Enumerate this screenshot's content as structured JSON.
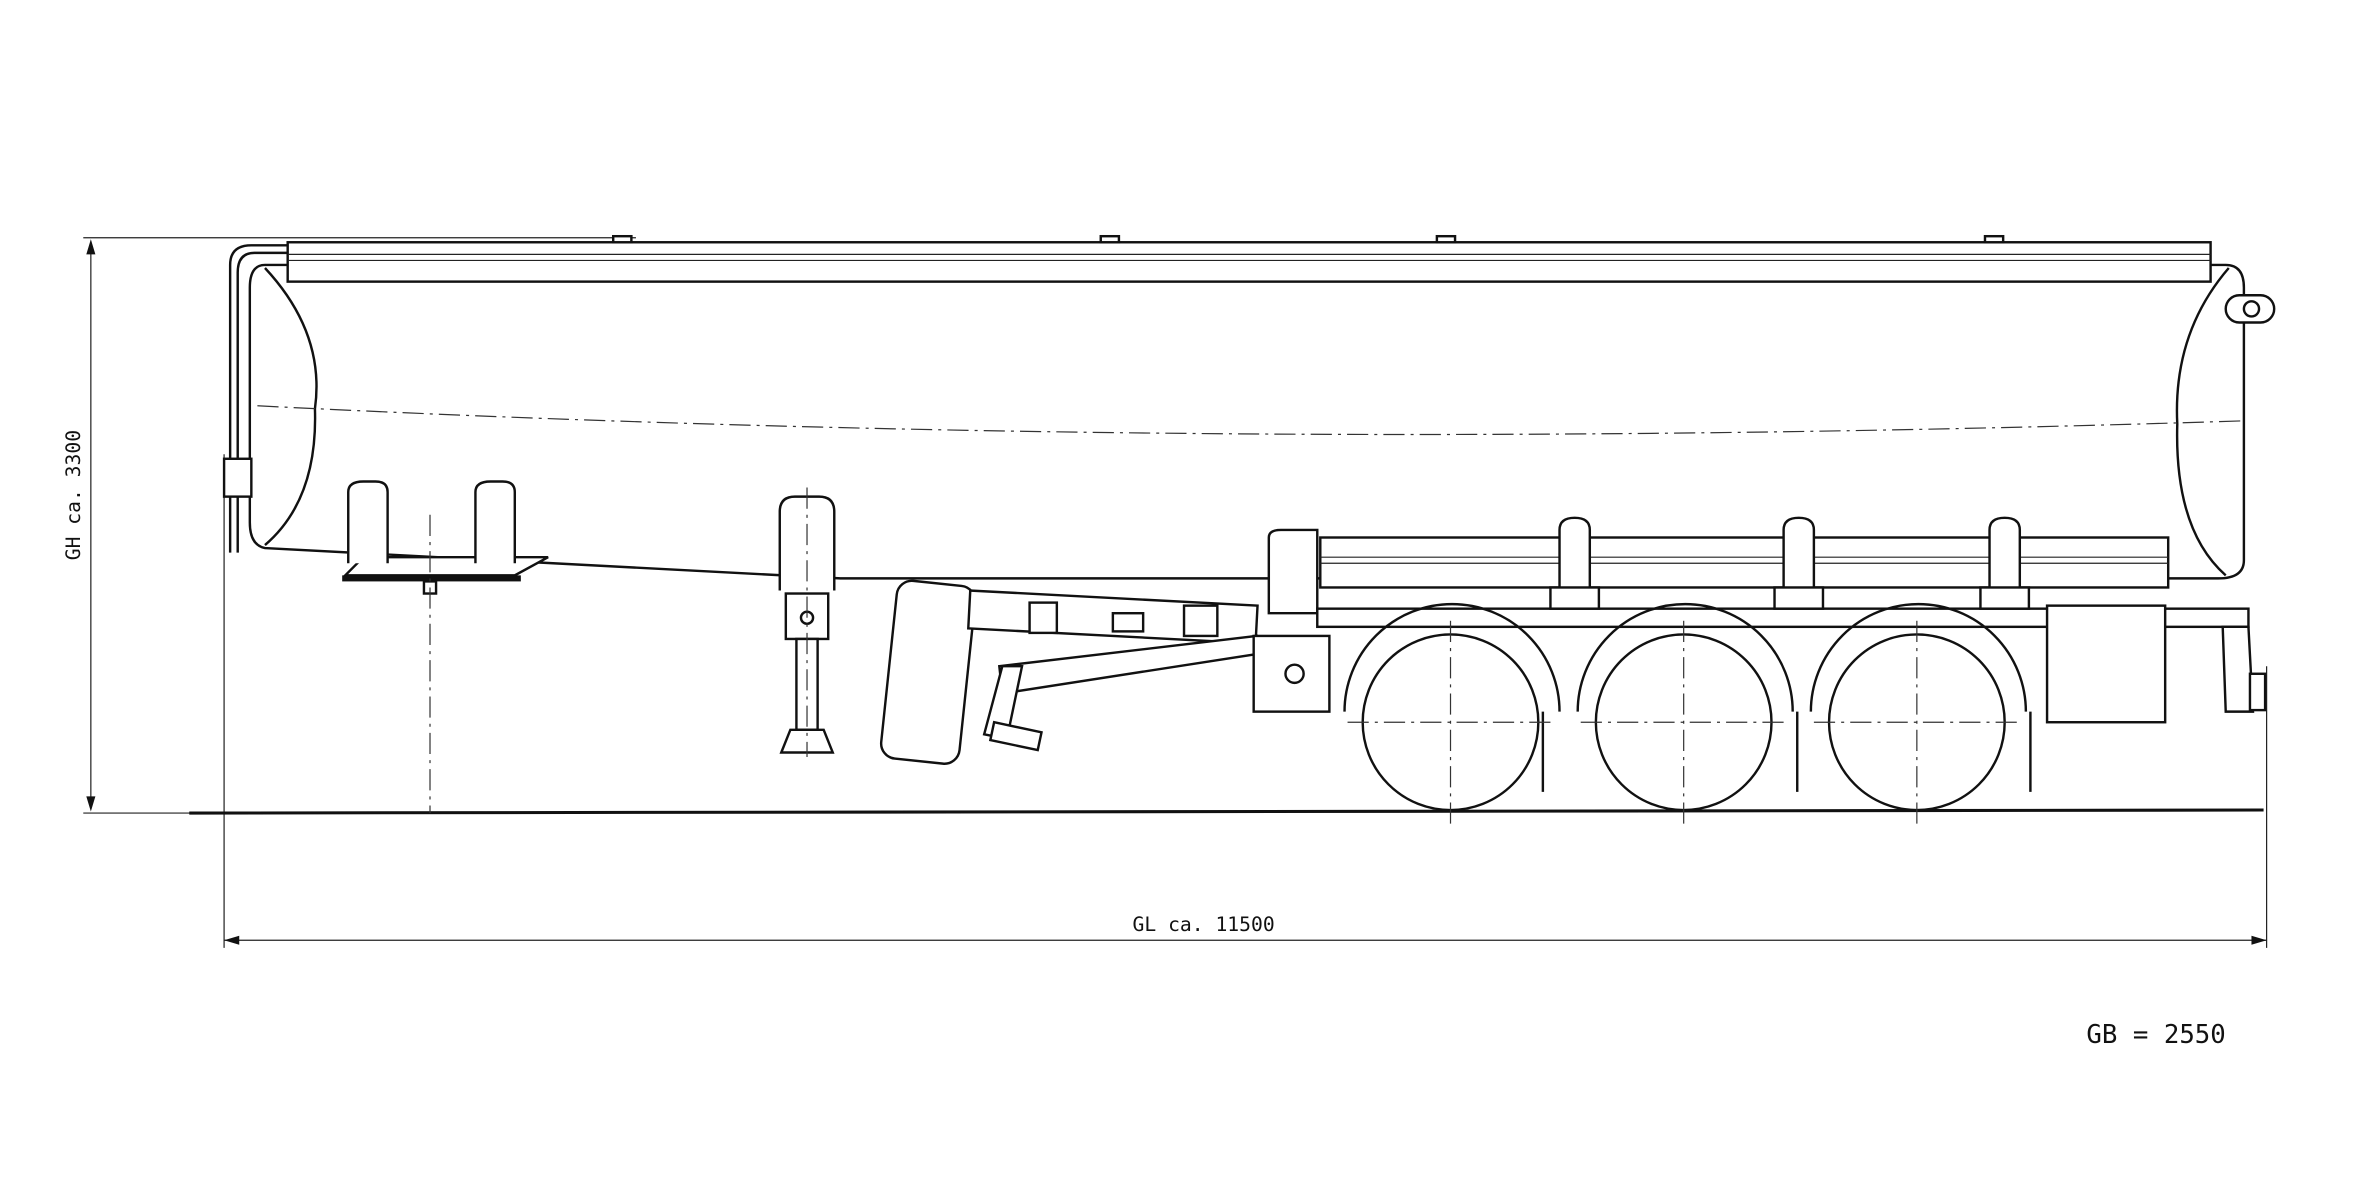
{
  "drawing": {
    "height_label": "GH ca. 3300",
    "length_label": "GL ca. 11500",
    "width_label": "GB = 2550"
  }
}
